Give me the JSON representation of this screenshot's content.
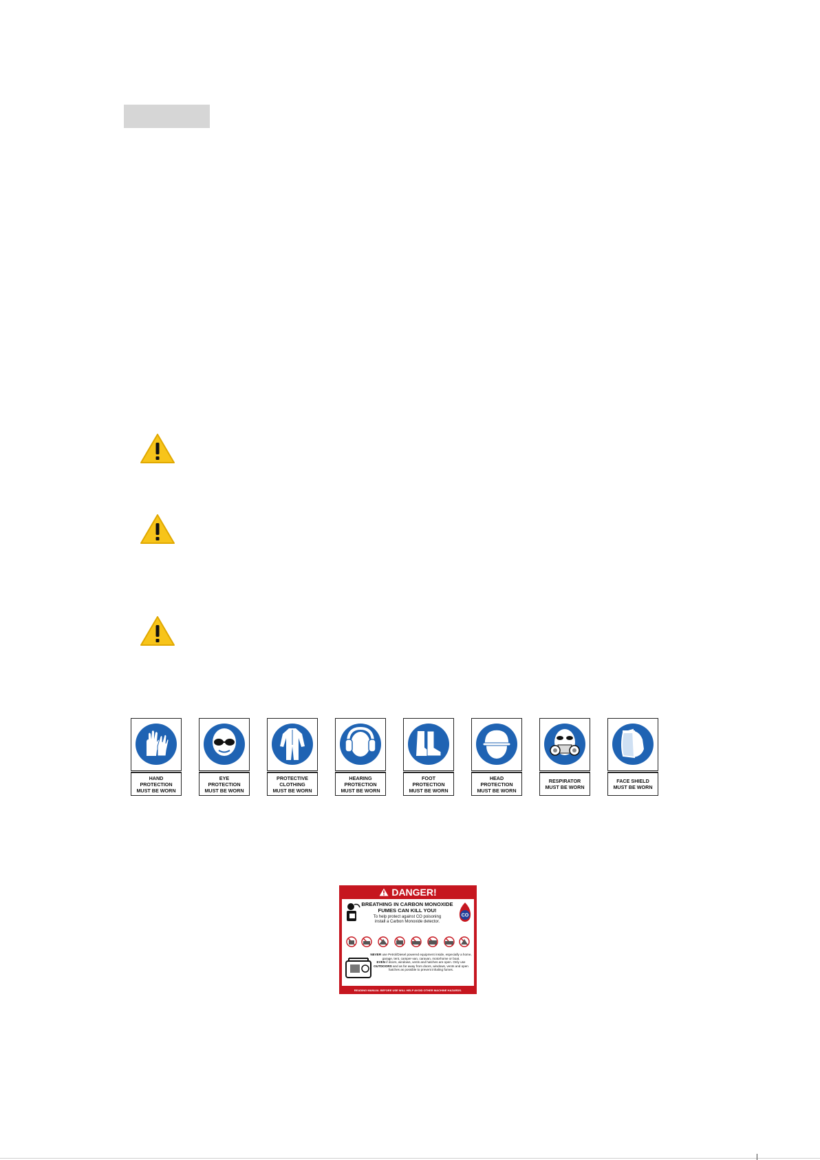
{
  "ppe_signs": [
    {
      "icon": "gloves-icon",
      "line1": "HAND",
      "line2": "PROTECTION",
      "line3": "MUST BE WORN"
    },
    {
      "icon": "goggles-icon",
      "line1": "EYE",
      "line2": "PROTECTION",
      "line3": "MUST BE WORN"
    },
    {
      "icon": "coverall-icon",
      "line1": "PROTECTIVE",
      "line2": "CLOTHING",
      "line3": "MUST BE WORN"
    },
    {
      "icon": "ear-muffs-icon",
      "line1": "HEARING",
      "line2": "PROTECTION",
      "line3": "MUST BE WORN"
    },
    {
      "icon": "boots-icon",
      "line1": "FOOT",
      "line2": "PROTECTION",
      "line3": "MUST BE WORN"
    },
    {
      "icon": "hard-hat-icon",
      "line1": "HEAD",
      "line2": "PROTECTION",
      "line3": "MUST BE WORN"
    },
    {
      "icon": "respirator-icon",
      "line1": "",
      "line2": "RESPIRATOR",
      "line3": "MUST BE WORN"
    },
    {
      "icon": "face-shield-icon",
      "line1": "",
      "line2": "FACE SHIELD",
      "line3": "MUST BE WORN"
    }
  ],
  "danger_sign": {
    "header": "DANGER!",
    "title_1": "BREATHING IN CARBON MONOXIDE",
    "title_2": "FUMES CAN KILL YOU!",
    "sub_1": "To help protect against CO poisoning",
    "sub_2": "install a Carbon Monoxide detector.",
    "co_badge": "CO",
    "never_word": "NEVER",
    "never_text": "use Petrol/Diesel powered equipment inside, especially a home, garage, tent, camper-van, caravan, motorhome or boat.",
    "even_word": "EVEN",
    "even_text": "if doors, windows, vents and hatches are open.",
    "outdoors_pre": "Only use",
    "outdoors_word": "OUTDOORS",
    "outdoors_text": "and as far away from doors, windows, vents and open hatches as possible to prevent inhaling fumes.",
    "footer": "READING MANUAL BEFORE USE WILL HELP AVOID OTHER MACHINE HAZARDS."
  },
  "colors": {
    "mandatory_blue": "#1f63b3",
    "warning_yellow": "#f7c41a",
    "danger_red": "#c6161f",
    "placeholder_gray": "#d6d6d6"
  }
}
